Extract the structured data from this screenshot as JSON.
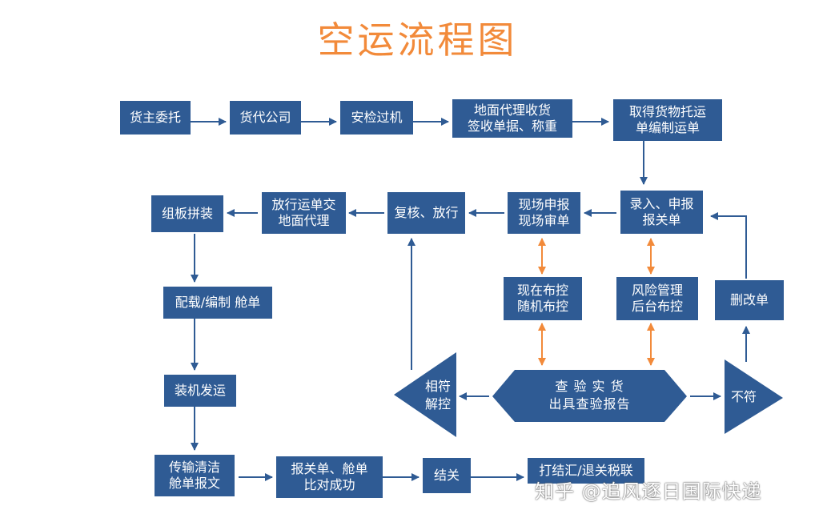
{
  "title": "空运流程图",
  "colors": {
    "box": "#2f5b94",
    "arrow": "#2f5b94",
    "bidir_arrow": "#f28a3a",
    "title": "#f28a3a"
  },
  "nodes": {
    "n1": [
      "货主委托"
    ],
    "n2": [
      "货代公司"
    ],
    "n3": [
      "安检过机"
    ],
    "n4": [
      "地面代理收货",
      "签收单据、称重"
    ],
    "n5": [
      "取得货物托运",
      "单编制运单"
    ],
    "n6": [
      "录入、申报",
      "报关单"
    ],
    "n7": [
      "现场申报",
      "现场审单"
    ],
    "n8": [
      "复核、放行"
    ],
    "n9": [
      "放行运单交",
      "地面代理"
    ],
    "n10": [
      "组板拼装"
    ],
    "n11": [
      "配载/编制 舱单"
    ],
    "n12": [
      "装机发运"
    ],
    "n13": [
      "传输清洁",
      "舱单报文"
    ],
    "n14": [
      "报关单、舱单",
      "比对成功"
    ],
    "n15": [
      "结关"
    ],
    "n16": [
      "打结汇/退关税联"
    ],
    "n17": [
      "现在布控",
      "随机布控"
    ],
    "n18": [
      "风险管理",
      "后台布控"
    ],
    "n19": [
      "删改单"
    ],
    "hex": [
      "查 验 实 货",
      "出具查验报告"
    ],
    "tri_left": [
      "相符",
      "解控"
    ],
    "tri_right": [
      "不符"
    ]
  },
  "watermark": "知乎 @追风逐日国际快递"
}
